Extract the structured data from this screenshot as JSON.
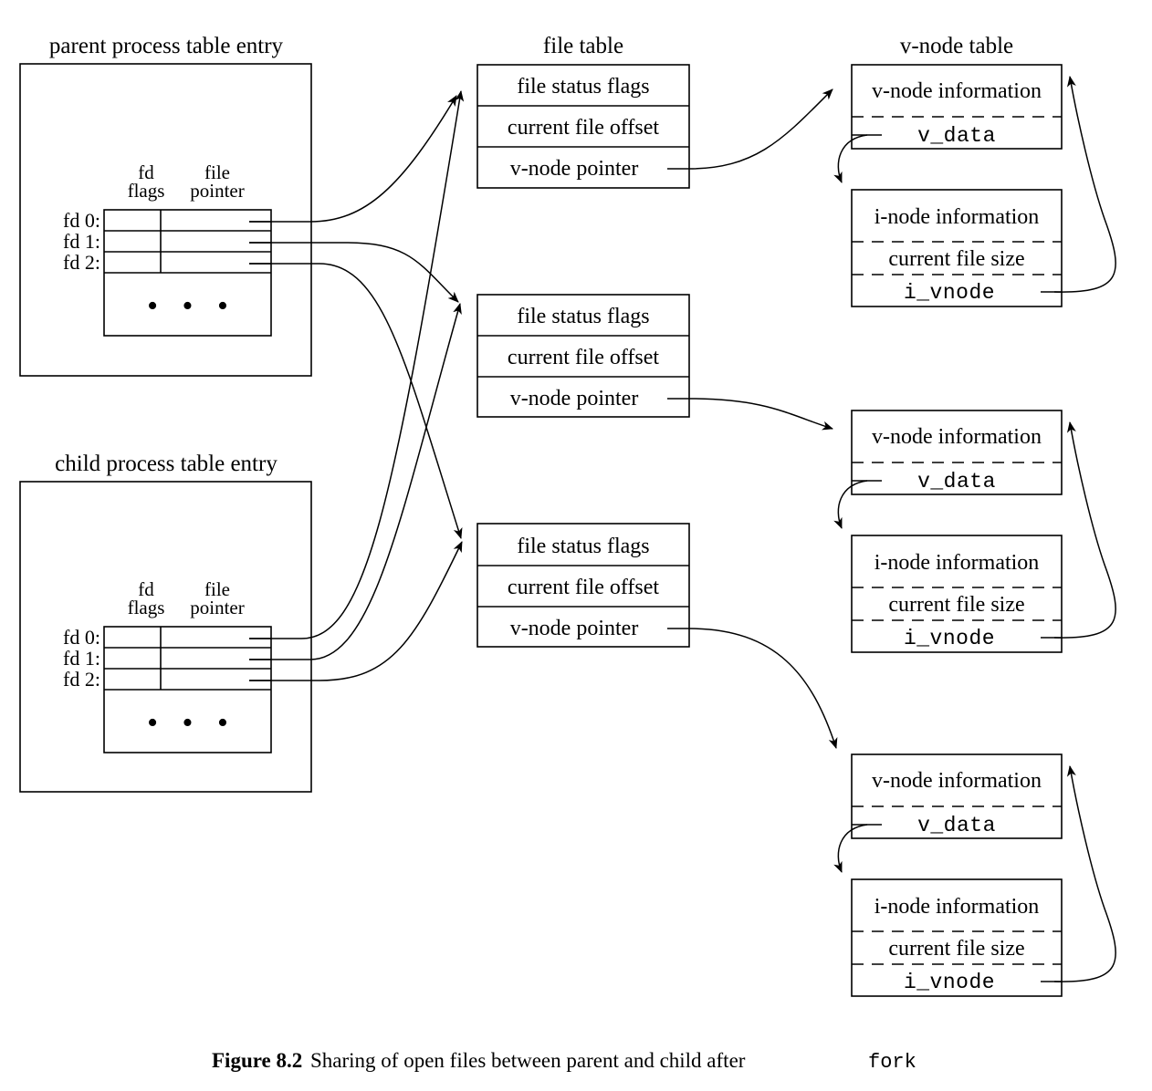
{
  "figure": {
    "caption_label": "Figure 8.2",
    "caption_text": "Sharing of open files between parent and child after",
    "caption_code": "fork"
  },
  "columns": {
    "process_tables": [
      {
        "title": "parent process table entry",
        "column_headers": {
          "left_line1": "fd",
          "left_line2": "flags",
          "right_line1": "file",
          "right_line2": "pointer"
        },
        "rows": [
          {
            "label": "fd 0:"
          },
          {
            "label": "fd 1:"
          },
          {
            "label": "fd 2:"
          }
        ],
        "ellipsis": "• • •"
      },
      {
        "title": "child process table entry",
        "column_headers": {
          "left_line1": "fd",
          "left_line2": "flags",
          "right_line1": "file",
          "right_line2": "pointer"
        },
        "rows": [
          {
            "label": "fd 0:"
          },
          {
            "label": "fd 1:"
          },
          {
            "label": "fd 2:"
          }
        ],
        "ellipsis": "• • •"
      }
    ],
    "file_table": {
      "title": "file table",
      "entries": [
        {
          "status_flags": "file status flags",
          "offset": "current file offset",
          "vnode_pointer": "v-node pointer"
        },
        {
          "status_flags": "file status flags",
          "offset": "current file offset",
          "vnode_pointer": "v-node pointer"
        },
        {
          "status_flags": "file status flags",
          "offset": "current file offset",
          "vnode_pointer": "v-node pointer"
        }
      ]
    },
    "vnode_table": {
      "title": "v-node table",
      "groups": [
        {
          "vnode": {
            "information": "v-node information",
            "data_field": "v_data"
          },
          "inode": {
            "information": "i-node information",
            "file_size": "current file size",
            "vnode_back_pointer": "i_vnode"
          }
        },
        {
          "vnode": {
            "information": "v-node information",
            "data_field": "v_data"
          },
          "inode": {
            "information": "i-node information",
            "file_size": "current file size",
            "vnode_back_pointer": "i_vnode"
          }
        },
        {
          "vnode": {
            "information": "v-node information",
            "data_field": "v_data"
          },
          "inode": {
            "information": "i-node information",
            "file_size": "current file size",
            "vnode_back_pointer": "i_vnode"
          }
        }
      ]
    }
  },
  "colors": {
    "stroke": "#000000",
    "background": "#ffffff"
  }
}
